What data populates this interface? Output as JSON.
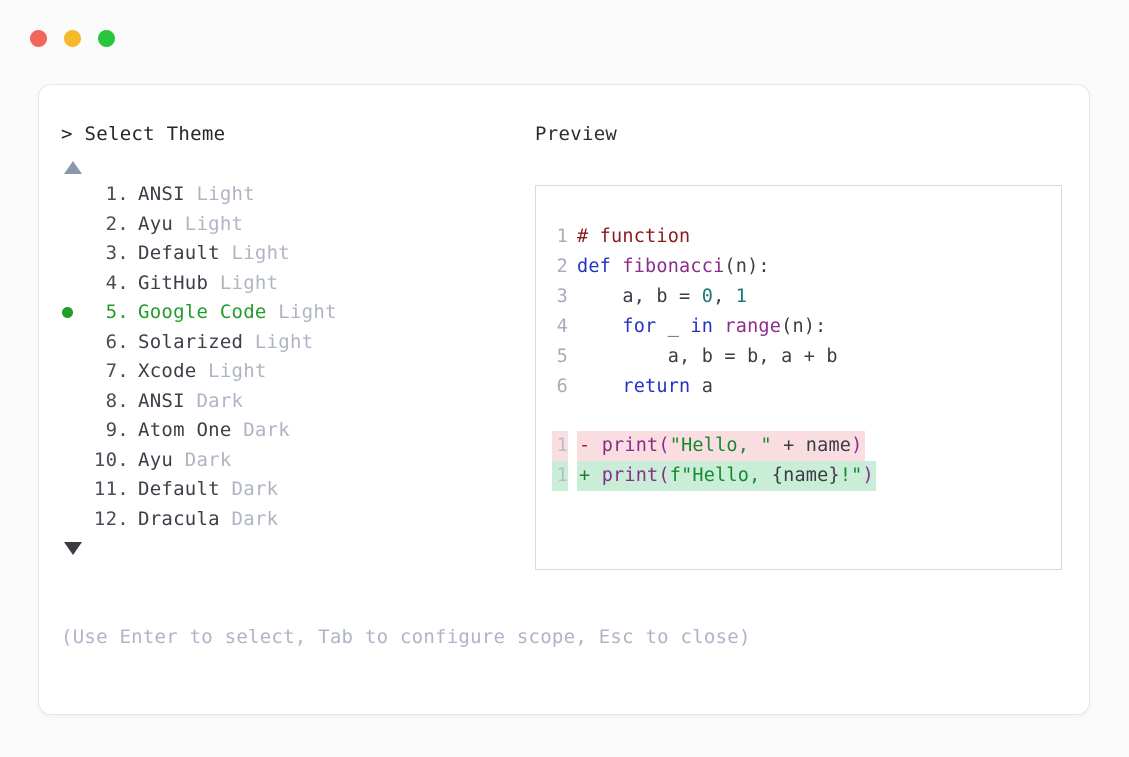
{
  "window": {
    "traffic_lights": [
      {
        "name": "close",
        "color": "#F4665B"
      },
      {
        "name": "minimize",
        "color": "#F7B92B"
      },
      {
        "name": "maximize",
        "color": "#28C63F"
      }
    ]
  },
  "selector": {
    "prompt": "> Select Theme",
    "scroll_up_indicator": "▲",
    "scroll_down_indicator": "▼",
    "selected_index": 5,
    "items": [
      {
        "index": "1.",
        "name": "ANSI",
        "variant": "Light",
        "selected": false
      },
      {
        "index": "2.",
        "name": "Ayu",
        "variant": "Light",
        "selected": false
      },
      {
        "index": "3.",
        "name": "Default",
        "variant": "Light",
        "selected": false
      },
      {
        "index": "4.",
        "name": "GitHub",
        "variant": "Light",
        "selected": false
      },
      {
        "index": "5.",
        "name": "Google Code",
        "variant": "Light",
        "selected": true
      },
      {
        "index": "6.",
        "name": "Solarized",
        "variant": "Light",
        "selected": false
      },
      {
        "index": "7.",
        "name": "Xcode",
        "variant": "Light",
        "selected": false
      },
      {
        "index": "8.",
        "name": "ANSI",
        "variant": "Dark",
        "selected": false
      },
      {
        "index": "9.",
        "name": "Atom One",
        "variant": "Dark",
        "selected": false
      },
      {
        "index": "10.",
        "name": "Ayu",
        "variant": "Dark",
        "selected": false
      },
      {
        "index": "11.",
        "name": "Default",
        "variant": "Dark",
        "selected": false
      },
      {
        "index": "12.",
        "name": "Dracula",
        "variant": "Dark",
        "selected": false
      }
    ]
  },
  "preview": {
    "header": "Preview",
    "code_lines": [
      {
        "no": "1",
        "tokens": [
          {
            "t": "# function",
            "c": "t-comment"
          }
        ]
      },
      {
        "no": "2",
        "tokens": [
          {
            "t": "def ",
            "c": "t-kw"
          },
          {
            "t": "fibonacci",
            "c": "t-fn"
          },
          {
            "t": "(n):",
            "c": "t-plain"
          }
        ]
      },
      {
        "no": "3",
        "tokens": [
          {
            "t": "    a, b = ",
            "c": "t-plain"
          },
          {
            "t": "0",
            "c": "t-num"
          },
          {
            "t": ", ",
            "c": "t-plain"
          },
          {
            "t": "1",
            "c": "t-num"
          }
        ]
      },
      {
        "no": "4",
        "tokens": [
          {
            "t": "    ",
            "c": "t-plain"
          },
          {
            "t": "for",
            "c": "t-kw"
          },
          {
            "t": " _ ",
            "c": "t-plain"
          },
          {
            "t": "in",
            "c": "t-kw"
          },
          {
            "t": " ",
            "c": "t-plain"
          },
          {
            "t": "range",
            "c": "t-fn"
          },
          {
            "t": "(n):",
            "c": "t-plain"
          }
        ]
      },
      {
        "no": "5",
        "tokens": [
          {
            "t": "        a, b = b, a + b",
            "c": "t-plain"
          }
        ]
      },
      {
        "no": "6",
        "tokens": [
          {
            "t": "    ",
            "c": "t-plain"
          },
          {
            "t": "return",
            "c": "t-kw"
          },
          {
            "t": " a",
            "c": "t-plain"
          }
        ]
      }
    ],
    "diff_lines": [
      {
        "no": "1",
        "kind": "del",
        "sign": "-",
        "tokens": [
          {
            "t": "print",
            "c": "t-fn"
          },
          {
            "t": "(",
            "c": "t-fn"
          },
          {
            "t": "\"Hello, \"",
            "c": "t-str"
          },
          {
            "t": " + name",
            "c": "t-plain"
          },
          {
            "t": ")",
            "c": "t-fn"
          }
        ]
      },
      {
        "no": "1",
        "kind": "add",
        "sign": "+",
        "tokens": [
          {
            "t": "print",
            "c": "t-fn"
          },
          {
            "t": "(",
            "c": "t-fn"
          },
          {
            "t": "f",
            "c": "t-str"
          },
          {
            "t": "\"Hello, ",
            "c": "t-str"
          },
          {
            "t": "{name}",
            "c": "t-plain"
          },
          {
            "t": "!\"",
            "c": "t-str"
          },
          {
            "t": ")",
            "c": "t-fn"
          }
        ]
      }
    ]
  },
  "footer": {
    "hint": "(Use Enter to select, Tab to configure scope, Esc to close)"
  }
}
